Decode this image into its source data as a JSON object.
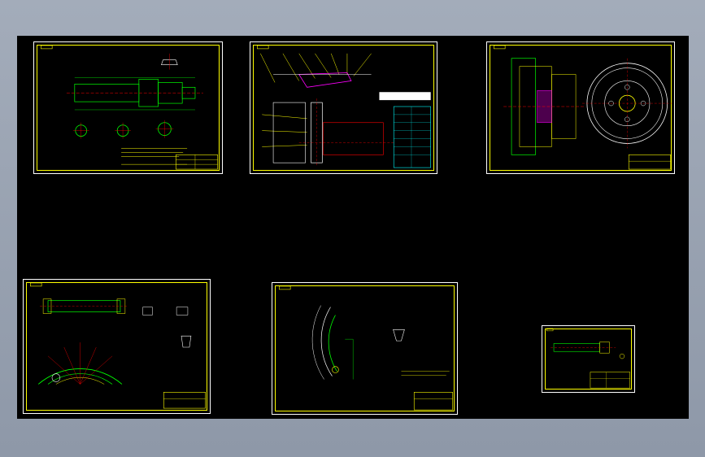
{
  "colors": {
    "background": "#000000",
    "window": "#9aa3b2",
    "frame": "#ffff00",
    "border": "#ffffff",
    "green": "#00ff00",
    "red": "#ff0000",
    "cyan": "#00ffff",
    "white": "#ffffff",
    "magenta": "#ff00ff",
    "blue": "#0000ff"
  },
  "sheets": [
    {
      "id": "sheet-shaft",
      "description_icon": "shaft-drawing-icon"
    },
    {
      "id": "sheet-assembly",
      "description_icon": "assembly-drawing-icon"
    },
    {
      "id": "sheet-drum",
      "description_icon": "brake-drum-icon"
    },
    {
      "id": "sheet-shoe",
      "description_icon": "brake-shoe-icon"
    },
    {
      "id": "sheet-lining",
      "description_icon": "brake-lining-icon"
    },
    {
      "id": "sheet-pin",
      "description_icon": "pin-drawing-icon"
    }
  ]
}
